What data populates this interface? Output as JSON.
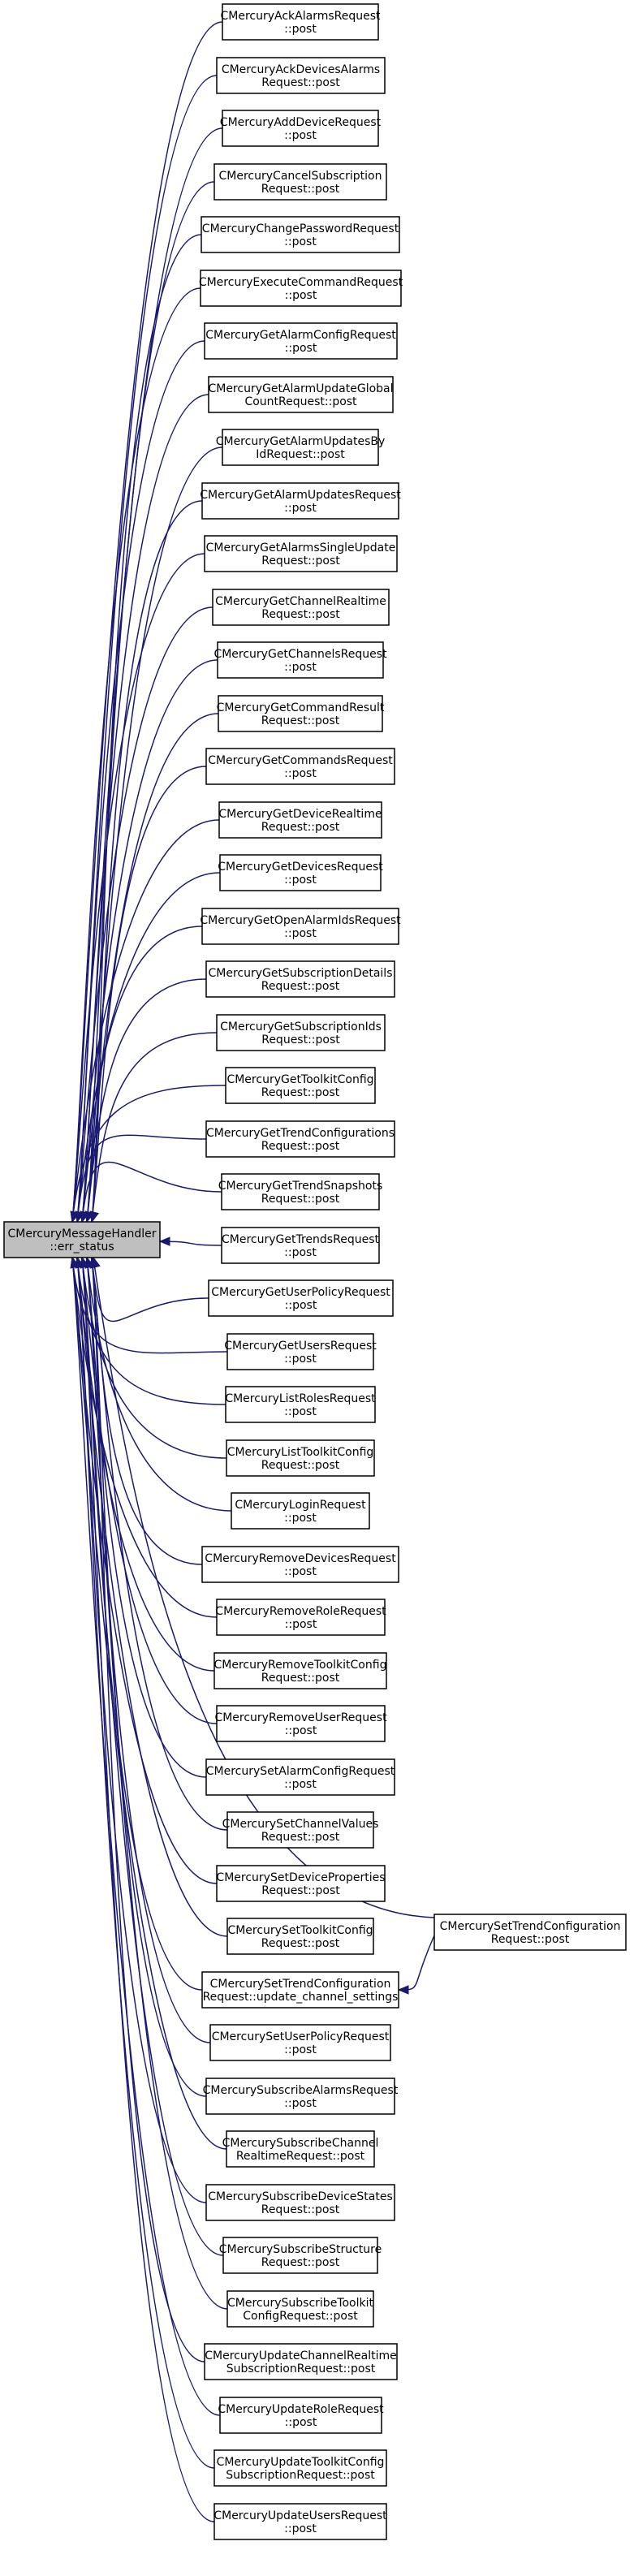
{
  "root": {
    "lines": [
      "CMercuryMessageHandler",
      "::err_status"
    ]
  },
  "callers": [
    {
      "lines": [
        "CMercuryAckAlarmsRequest",
        "::post"
      ]
    },
    {
      "lines": [
        "CMercuryAckDevicesAlarms",
        "Request::post"
      ]
    },
    {
      "lines": [
        "CMercuryAddDeviceRequest",
        "::post"
      ]
    },
    {
      "lines": [
        "CMercuryCancelSubscription",
        "Request::post"
      ]
    },
    {
      "lines": [
        "CMercuryChangePasswordRequest",
        "::post"
      ]
    },
    {
      "lines": [
        "CMercuryExecuteCommandRequest",
        "::post"
      ]
    },
    {
      "lines": [
        "CMercuryGetAlarmConfigRequest",
        "::post"
      ]
    },
    {
      "lines": [
        "CMercuryGetAlarmUpdateGlobal",
        "CountRequest::post"
      ]
    },
    {
      "lines": [
        "CMercuryGetAlarmUpdatesBy",
        "IdRequest::post"
      ]
    },
    {
      "lines": [
        "CMercuryGetAlarmUpdatesRequest",
        "::post"
      ]
    },
    {
      "lines": [
        "CMercuryGetAlarmsSingleUpdate",
        "Request::post"
      ]
    },
    {
      "lines": [
        "CMercuryGetChannelRealtime",
        "Request::post"
      ]
    },
    {
      "lines": [
        "CMercuryGetChannelsRequest",
        "::post"
      ]
    },
    {
      "lines": [
        "CMercuryGetCommandResult",
        "Request::post"
      ]
    },
    {
      "lines": [
        "CMercuryGetCommandsRequest",
        "::post"
      ]
    },
    {
      "lines": [
        "CMercuryGetDeviceRealtime",
        "Request::post"
      ]
    },
    {
      "lines": [
        "CMercuryGetDevicesRequest",
        "::post"
      ]
    },
    {
      "lines": [
        "CMercuryGetOpenAlarmIdsRequest",
        "::post"
      ]
    },
    {
      "lines": [
        "CMercuryGetSubscriptionDetails",
        "Request::post"
      ]
    },
    {
      "lines": [
        "CMercuryGetSubscriptionIds",
        "Request::post"
      ]
    },
    {
      "lines": [
        "CMercuryGetToolkitConfig",
        "Request::post"
      ]
    },
    {
      "lines": [
        "CMercuryGetTrendConfigurations",
        "Request::post"
      ]
    },
    {
      "lines": [
        "CMercuryGetTrendSnapshots",
        "Request::post"
      ]
    },
    {
      "lines": [
        "CMercuryGetTrendsRequest",
        "::post"
      ]
    },
    {
      "lines": [
        "CMercuryGetUserPolicyRequest",
        "::post"
      ]
    },
    {
      "lines": [
        "CMercuryGetUsersRequest",
        "::post"
      ]
    },
    {
      "lines": [
        "CMercuryListRolesRequest",
        "::post"
      ]
    },
    {
      "lines": [
        "CMercuryListToolkitConfig",
        "Request::post"
      ]
    },
    {
      "lines": [
        "CMercuryLoginRequest",
        "::post"
      ]
    },
    {
      "lines": [
        "CMercuryRemoveDevicesRequest",
        "::post"
      ]
    },
    {
      "lines": [
        "CMercuryRemoveRoleRequest",
        "::post"
      ]
    },
    {
      "lines": [
        "CMercuryRemoveToolkitConfig",
        "Request::post"
      ]
    },
    {
      "lines": [
        "CMercuryRemoveUserRequest",
        "::post"
      ]
    },
    {
      "lines": [
        "CMercurySetAlarmConfigRequest",
        "::post"
      ]
    },
    {
      "lines": [
        "CMercurySetChannelValues",
        "Request::post"
      ]
    },
    {
      "lines": [
        "CMercurySetDeviceProperties",
        "Request::post"
      ]
    },
    {
      "lines": [
        "CMercurySetToolkitConfig",
        "Request::post"
      ]
    },
    {
      "lines": [
        "CMercurySetTrendConfiguration",
        "Request::update_channel_settings"
      ]
    },
    {
      "lines": [
        "CMercurySetUserPolicyRequest",
        "::post"
      ]
    },
    {
      "lines": [
        "CMercurySubscribeAlarmsRequest",
        "::post"
      ]
    },
    {
      "lines": [
        "CMercurySubscribeChannel",
        "RealtimeRequest::post"
      ]
    },
    {
      "lines": [
        "CMercurySubscribeDeviceStates",
        "Request::post"
      ]
    },
    {
      "lines": [
        "CMercurySubscribeStructure",
        "Request::post"
      ]
    },
    {
      "lines": [
        "CMercurySubscribeToolkit",
        "ConfigRequest::post"
      ]
    },
    {
      "lines": [
        "CMercuryUpdateChannelRealtime",
        "SubscriptionRequest::post"
      ]
    },
    {
      "lines": [
        "CMercuryUpdateRoleRequest",
        "::post"
      ]
    },
    {
      "lines": [
        "CMercuryUpdateToolkitConfig",
        "SubscriptionRequest::post"
      ]
    },
    {
      "lines": [
        "CMercuryUpdateUsersRequest",
        "::post"
      ]
    }
  ],
  "secondary": {
    "lines": [
      "CMercurySetTrendConfiguration",
      "Request::post"
    ]
  },
  "colors": {
    "edge": "#191970",
    "root_fill": "#bfbfbf",
    "node_fill": "#ffffff",
    "border": "#000000"
  }
}
